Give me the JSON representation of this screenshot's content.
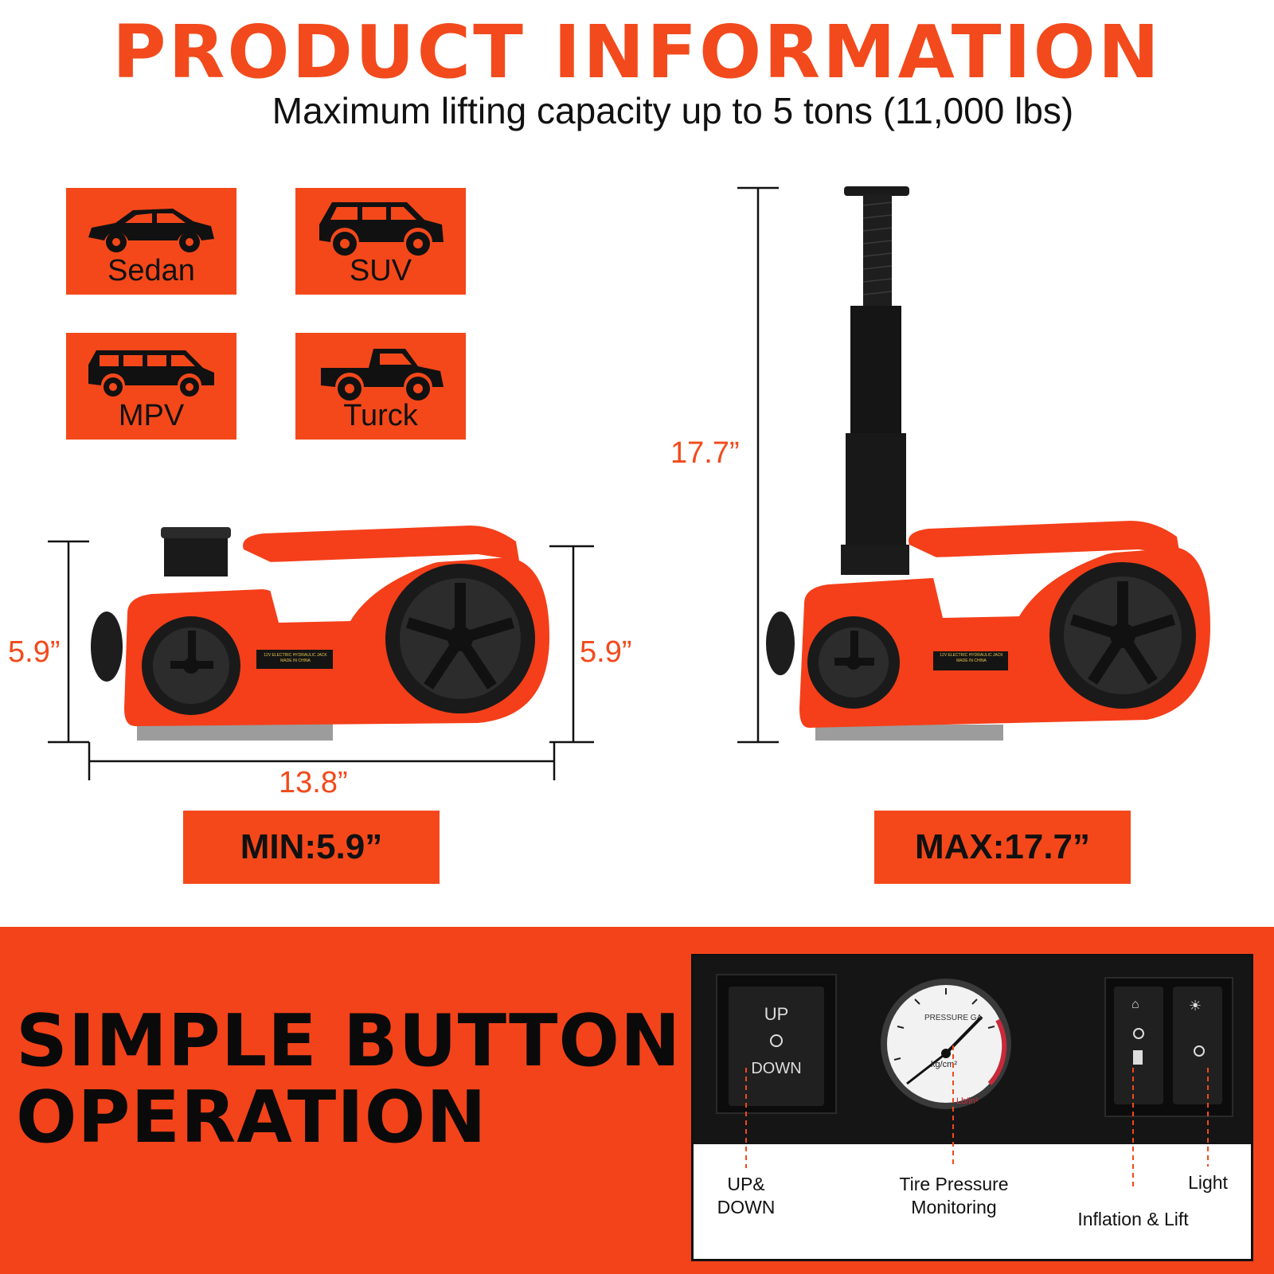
{
  "header": {
    "title": "PRODUCT INFORMATION",
    "subtitle": "Maximum lifting capacity up to 5 tons (11,000 lbs)"
  },
  "vehicles": [
    {
      "label": "Sedan",
      "icon": "sedan-icon"
    },
    {
      "label": "SUV",
      "icon": "suv-icon"
    },
    {
      "label": "MPV",
      "icon": "mpv-icon"
    },
    {
      "label": "Turck",
      "icon": "truck-icon"
    }
  ],
  "dimensions": {
    "min_left_height": "5.9”",
    "min_right_height": "5.9”",
    "length": "13.8”",
    "max_height": "17.7”",
    "jack_label": "12V ELECTRIC HYDRAULIC JACK",
    "jack_sublabel": "MADE IN CHINA"
  },
  "badges": {
    "min": "MIN:5.9”",
    "max": "MAX:17.7”"
  },
  "operation": {
    "heading_line1": "SIMPLE BUTTON",
    "heading_line2": "OPERATION",
    "switch_up": "UP",
    "switch_down": "DOWN",
    "gauge_title": "PRESSURE GA",
    "gauge_unit": "kg/cm²",
    "gauge_unit2": "Lb/in²",
    "callout_updown": "UP&\nDOWN",
    "callout_pressure": "Tire Pressure\nMonitoring",
    "callout_light": "Light",
    "callout_inflation": "Inflation & Lift"
  },
  "colors": {
    "accent": "#f4481a",
    "text": "#111111"
  }
}
